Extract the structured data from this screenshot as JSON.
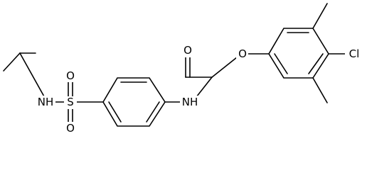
{
  "labels": {
    "nh_left": "NH",
    "sulfur": "S",
    "oxygen_top": "O",
    "oxygen_bottom": "O",
    "nh_right": "NH",
    "carbonyl_o": "O",
    "ether_o": "O",
    "chlorine": "Cl"
  }
}
